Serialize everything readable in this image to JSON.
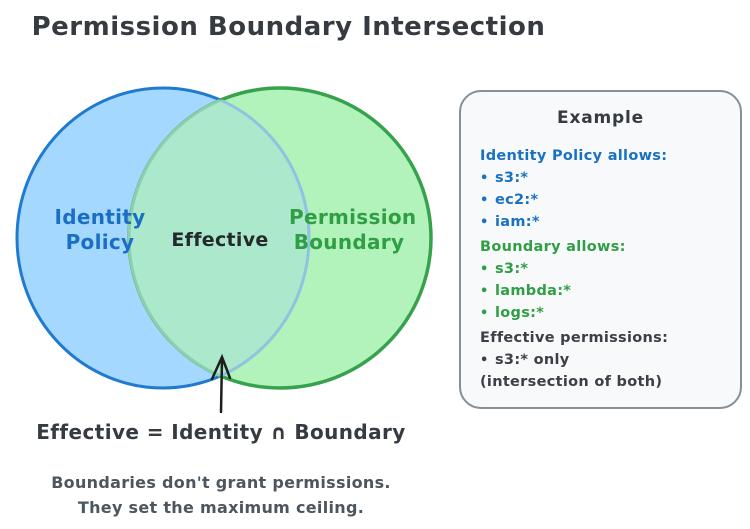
{
  "title": "Permission Boundary Intersection",
  "glyphs": {
    "bullet": "•"
  },
  "venn": {
    "left_label_line1": "Identity",
    "left_label_line2": "Policy",
    "right_label_line1": "Permission",
    "right_label_line2": "Boundary",
    "center_label": "Effective",
    "colors": {
      "blue_fill": "#a5d8ff",
      "blue_stroke": "#1f7ad0",
      "green_fill": "#b2f2bb",
      "green_stroke": "#37a24d",
      "overlap_fill": "#abe8cc",
      "blue_text": "#1971c2",
      "green_text": "#2f9e44"
    }
  },
  "example_box": {
    "title": "Example",
    "border_color": "#868e96",
    "background": "#f8f9fb",
    "sections": [
      {
        "heading": "Identity Policy allows:",
        "color": "#1971c2",
        "items": [
          "s3:*",
          "ec2:*",
          "iam:*"
        ]
      },
      {
        "heading": "Boundary allows:",
        "color": "#2f9e44",
        "items": [
          "s3:*",
          "lambda:*",
          "logs:*"
        ]
      },
      {
        "heading": "Effective permissions:",
        "color": "#3a4046",
        "items": [
          "s3:* only"
        ],
        "note": "(intersection of both)"
      }
    ]
  },
  "annotation": {
    "formula": "Effective = Identity ∩ Boundary",
    "note_line1": "Boundaries don't grant permissions.",
    "note_line2": "They set the maximum ceiling."
  }
}
